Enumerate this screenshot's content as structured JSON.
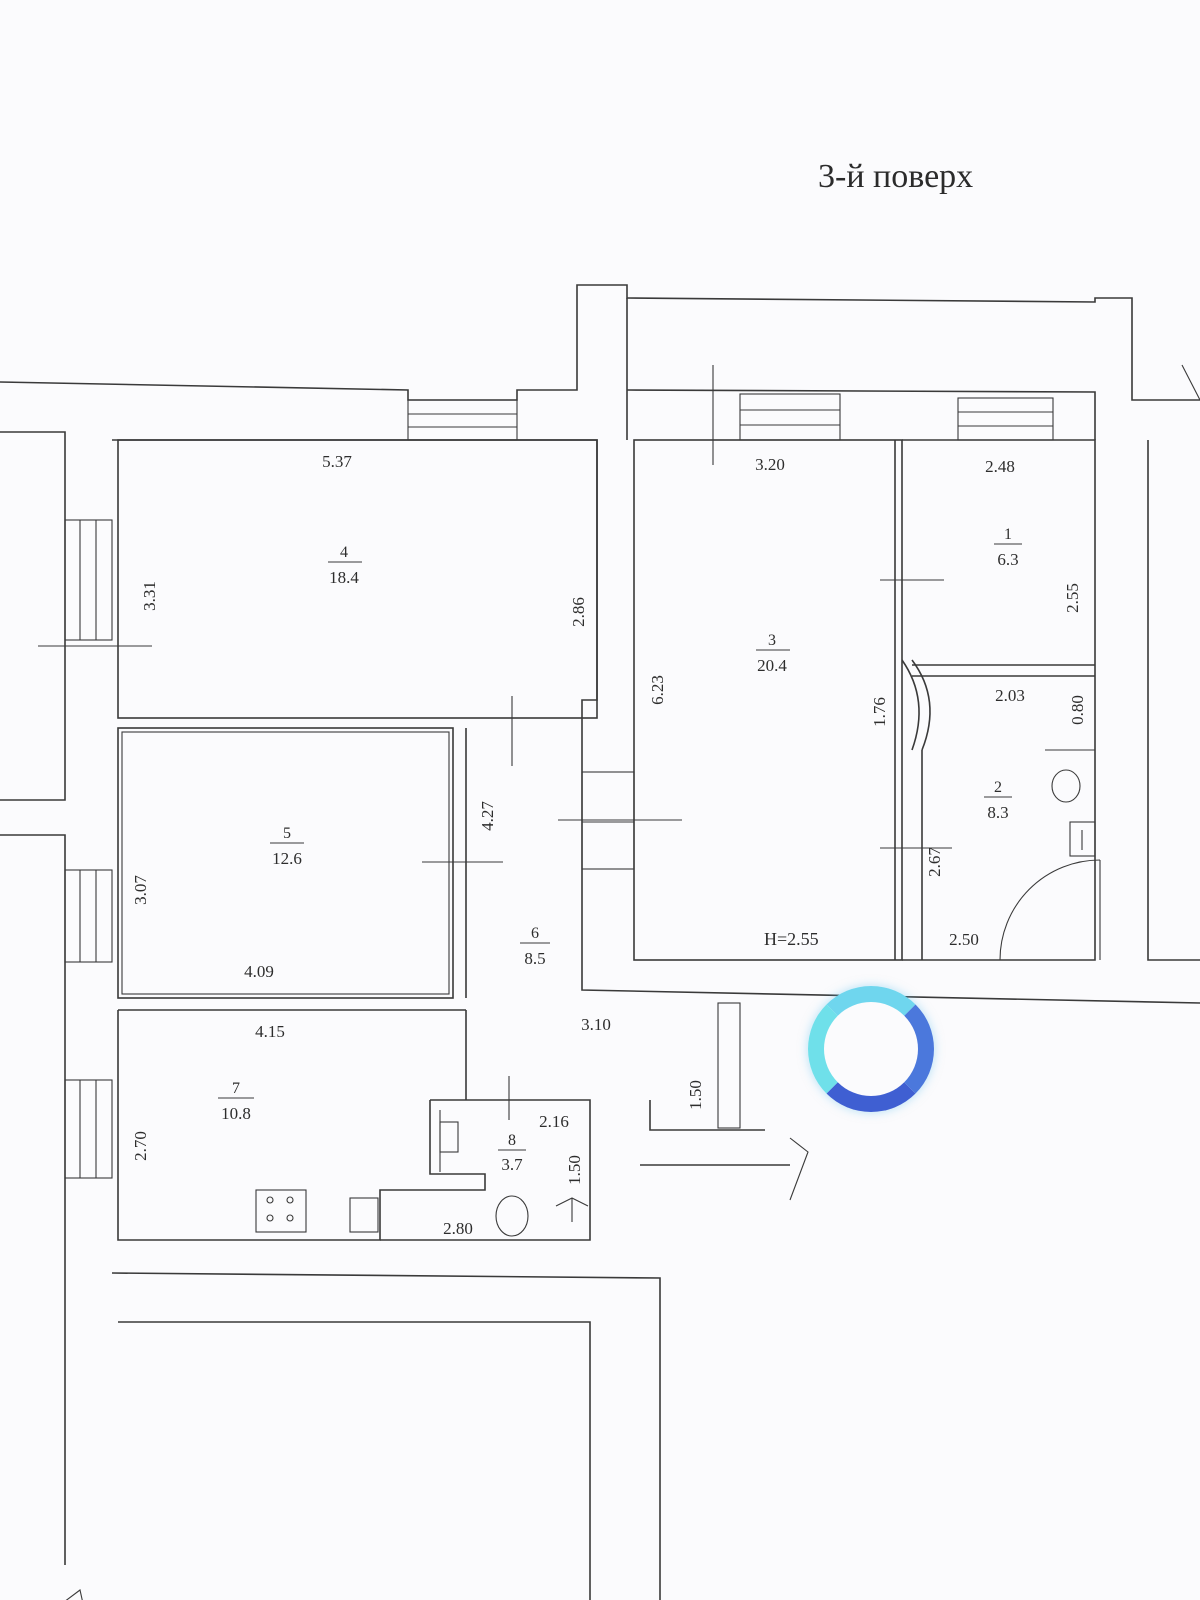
{
  "plan": {
    "floor_title": "3-й поверх",
    "ceiling_height": "Н=2.55",
    "rooms": [
      {
        "number": "1",
        "area": "6.3"
      },
      {
        "number": "2",
        "area": "8.3"
      },
      {
        "number": "3",
        "area": "20.4"
      },
      {
        "number": "4",
        "area": "18.4"
      },
      {
        "number": "5",
        "area": "12.6"
      },
      {
        "number": "6",
        "area": "8.5"
      },
      {
        "number": "7",
        "area": "10.8"
      },
      {
        "number": "8",
        "area": "3.7"
      }
    ],
    "dimensions": [
      "5.37",
      "3.31",
      "2.86",
      "3.20",
      "2.48",
      "2.55",
      "6.23",
      "1.76",
      "2.03",
      "0.80",
      "4.27",
      "3.07",
      "4.09",
      "4.15",
      "3.10",
      "2.67",
      "2.50",
      "2.70",
      "1.50",
      "2.16",
      "1.50",
      "2.80"
    ]
  },
  "overlay": {
    "indicator_icon": "ring-indicator-icon",
    "indicator_colors": [
      "#6fd6ee",
      "#4f9fe6",
      "#3f5fd2"
    ]
  }
}
